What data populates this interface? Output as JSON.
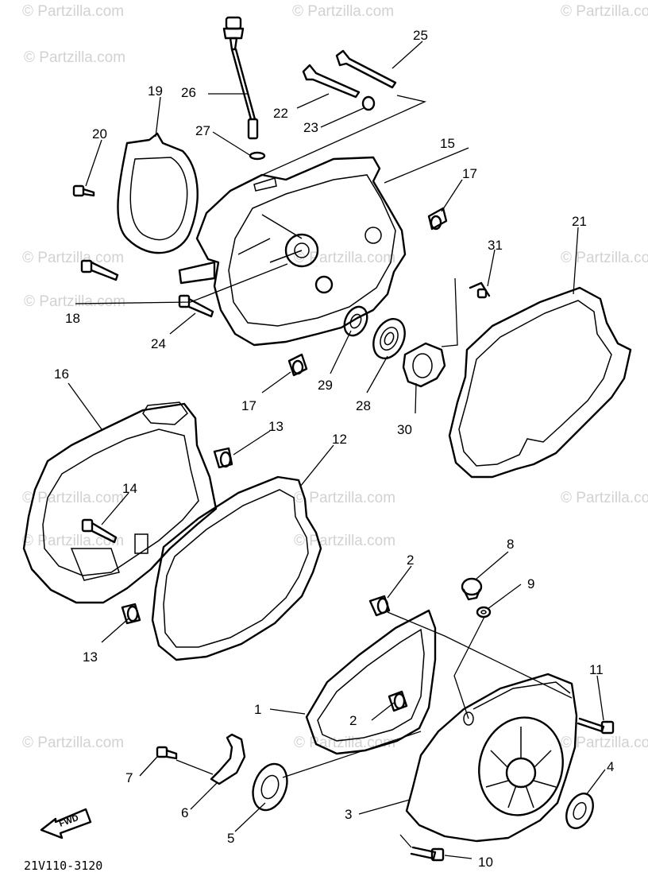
{
  "watermark": "© Partzilla.com",
  "diagram_code": "21V110-3120",
  "direction_label": "FWD",
  "callouts": {
    "c1": "1",
    "c2a": "2",
    "c2b": "2",
    "c3": "3",
    "c4": "4",
    "c5": "5",
    "c6": "6",
    "c7": "7",
    "c8": "8",
    "c9": "9",
    "c10": "10",
    "c11": "11",
    "c12": "12",
    "c13a": "13",
    "c13b": "13",
    "c14": "14",
    "c15": "15",
    "c16": "16",
    "c17a": "17",
    "c17b": "17",
    "c18": "18",
    "c19": "19",
    "c20": "20",
    "c21": "21",
    "c22": "22",
    "c23": "23",
    "c24": "24",
    "c25": "25",
    "c26": "26",
    "c27": "27",
    "c28": "28",
    "c29": "29",
    "c30": "30",
    "c31": "31"
  }
}
